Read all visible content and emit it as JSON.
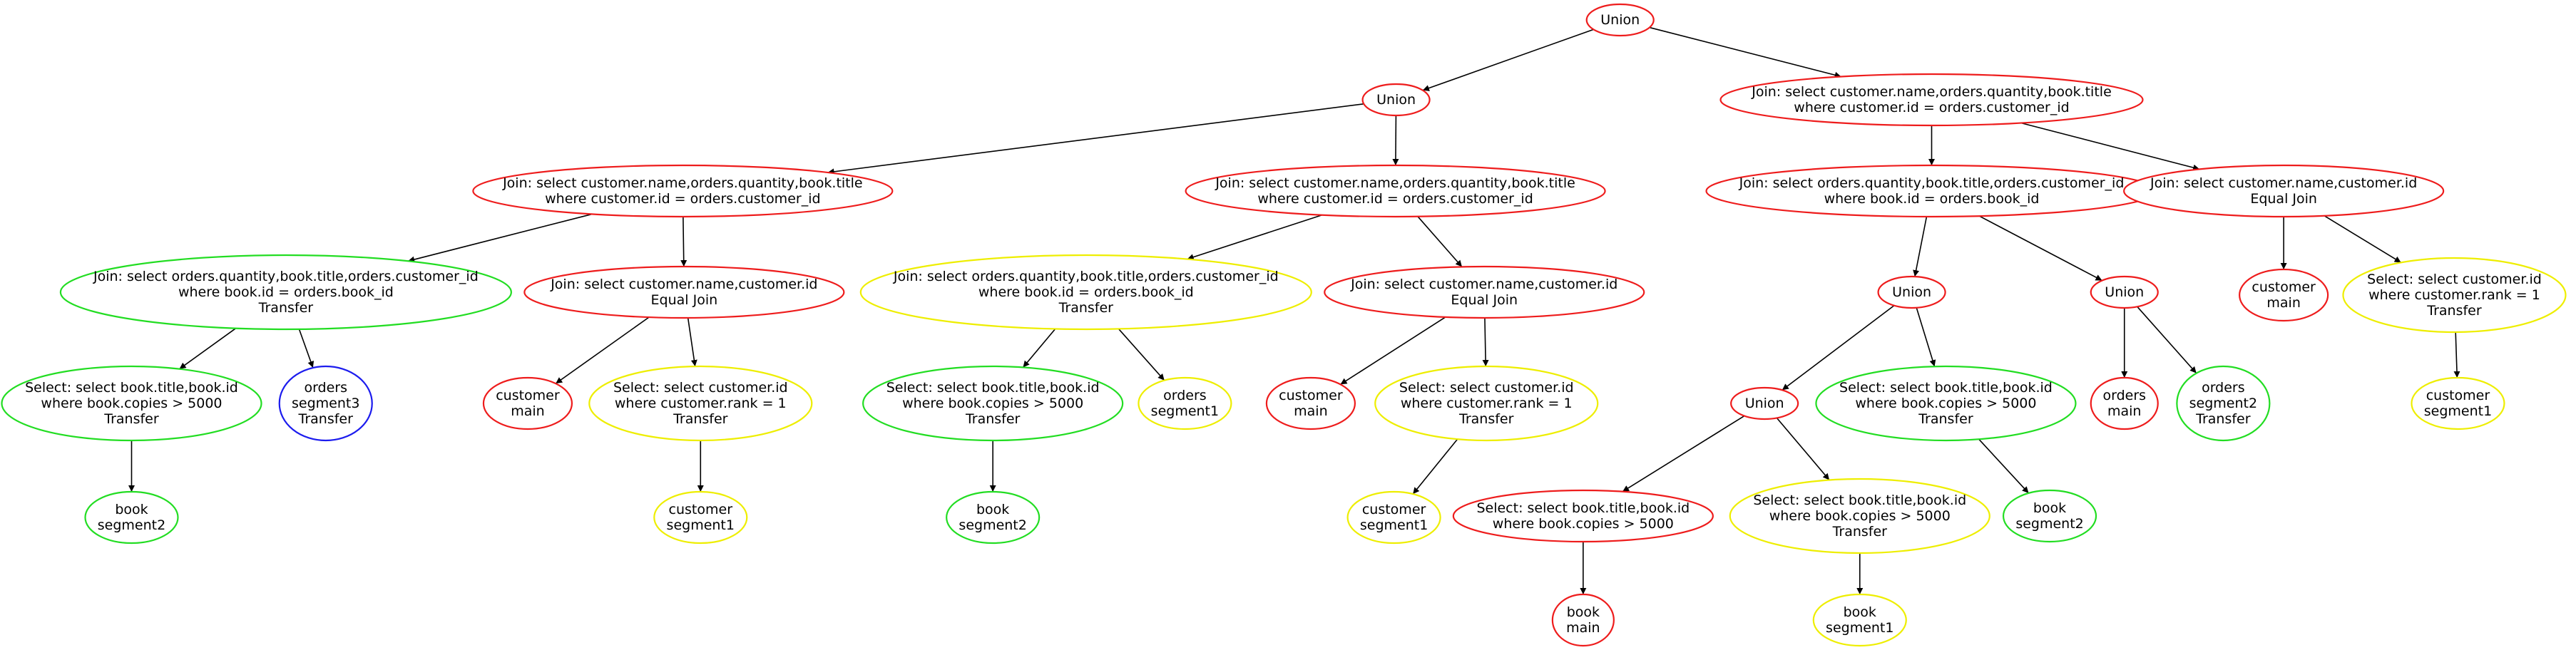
{
  "title": "",
  "colors": {
    "red": "#ee1c1c",
    "yellow": "#eeee00",
    "green": "#22dd22",
    "blue": "#1c1cee",
    "edge": "#000000"
  },
  "nodes": [
    {
      "id": "n1",
      "color": "red",
      "lines": [
        "Union"
      ]
    },
    {
      "id": "n2",
      "color": "red",
      "lines": [
        "Union"
      ]
    },
    {
      "id": "n3",
      "color": "red",
      "lines": [
        "Join: select customer.name,orders.quantity,book.title",
        "where  customer.id = orders.customer_id"
      ]
    },
    {
      "id": "n4",
      "color": "red",
      "lines": [
        "Join: select customer.name,orders.quantity,book.title",
        "where  customer.id = orders.customer_id"
      ]
    },
    {
      "id": "n5",
      "color": "red",
      "lines": [
        "Join: select customer.name,orders.quantity,book.title",
        "where  customer.id = orders.customer_id"
      ]
    },
    {
      "id": "n6",
      "color": "red",
      "lines": [
        "Join: select orders.quantity,book.title,orders.customer_id",
        "where   book.id = orders.book_id"
      ]
    },
    {
      "id": "n7",
      "color": "red",
      "lines": [
        "Join: select customer.name,customer.id",
        "Equal Join"
      ]
    },
    {
      "id": "n8",
      "color": "green",
      "lines": [
        "Join: select orders.quantity,book.title,orders.customer_id",
        "where   book.id = orders.book_id",
        "Transfer"
      ]
    },
    {
      "id": "n9",
      "color": "red",
      "lines": [
        "Join: select customer.name,customer.id",
        "Equal Join"
      ]
    },
    {
      "id": "n10",
      "color": "yellow",
      "lines": [
        "Join: select orders.quantity,book.title,orders.customer_id",
        "where   book.id = orders.book_id",
        "Transfer"
      ]
    },
    {
      "id": "n11",
      "color": "red",
      "lines": [
        "Join: select customer.name,customer.id",
        "Equal Join"
      ]
    },
    {
      "id": "n12",
      "color": "red",
      "lines": [
        "Union"
      ]
    },
    {
      "id": "n13",
      "color": "red",
      "lines": [
        "Union"
      ]
    },
    {
      "id": "n14",
      "color": "red",
      "lines": [
        "customer",
        "main"
      ]
    },
    {
      "id": "n15",
      "color": "yellow",
      "lines": [
        "Select: select customer.id",
        "where   customer.rank = 1",
        "Transfer"
      ]
    },
    {
      "id": "n16",
      "color": "green",
      "lines": [
        "Select: select book.title,book.id",
        "where   book.copies > 5000",
        "Transfer"
      ]
    },
    {
      "id": "n17",
      "color": "blue",
      "lines": [
        "orders",
        "segment3",
        "Transfer"
      ]
    },
    {
      "id": "n18",
      "color": "red",
      "lines": [
        "customer",
        "main"
      ]
    },
    {
      "id": "n19",
      "color": "yellow",
      "lines": [
        "Select: select customer.id",
        "where   customer.rank = 1",
        "Transfer"
      ]
    },
    {
      "id": "n20",
      "color": "green",
      "lines": [
        "Select: select book.title,book.id",
        "where   book.copies > 5000",
        "Transfer"
      ]
    },
    {
      "id": "n21",
      "color": "yellow",
      "lines": [
        "orders",
        "segment1"
      ]
    },
    {
      "id": "n22",
      "color": "red",
      "lines": [
        "customer",
        "main"
      ]
    },
    {
      "id": "n23",
      "color": "yellow",
      "lines": [
        "Select: select customer.id",
        "where   customer.rank = 1",
        "Transfer"
      ]
    },
    {
      "id": "n24",
      "color": "red",
      "lines": [
        "Union"
      ]
    },
    {
      "id": "n25",
      "color": "green",
      "lines": [
        "Select: select book.title,book.id",
        "where   book.copies > 5000",
        "Transfer"
      ]
    },
    {
      "id": "n26",
      "color": "red",
      "lines": [
        "orders",
        "main"
      ]
    },
    {
      "id": "n27",
      "color": "green",
      "lines": [
        "orders",
        "segment2",
        "Transfer"
      ]
    },
    {
      "id": "n28",
      "color": "yellow",
      "lines": [
        "customer",
        "segment1"
      ]
    },
    {
      "id": "n29",
      "color": "green",
      "lines": [
        "book",
        "segment2"
      ]
    },
    {
      "id": "n30",
      "color": "yellow",
      "lines": [
        "customer",
        "segment1"
      ]
    },
    {
      "id": "n31",
      "color": "green",
      "lines": [
        "book",
        "segment2"
      ]
    },
    {
      "id": "n32",
      "color": "yellow",
      "lines": [
        "customer",
        "segment1"
      ]
    },
    {
      "id": "n33",
      "color": "red",
      "lines": [
        "Select: select book.title,book.id",
        "where   book.copies > 5000"
      ]
    },
    {
      "id": "n34",
      "color": "yellow",
      "lines": [
        "Select: select book.title,book.id",
        "where   book.copies > 5000",
        "Transfer"
      ]
    },
    {
      "id": "n35",
      "color": "green",
      "lines": [
        "book",
        "segment2"
      ]
    },
    {
      "id": "n36",
      "color": "red",
      "lines": [
        "book",
        "main"
      ]
    },
    {
      "id": "n37",
      "color": "yellow",
      "lines": [
        "book",
        "segment1"
      ]
    }
  ],
  "edges": [
    [
      "n1",
      "n2"
    ],
    [
      "n1",
      "n5"
    ],
    [
      "n2",
      "n3"
    ],
    [
      "n2",
      "n4"
    ],
    [
      "n5",
      "n6"
    ],
    [
      "n5",
      "n11"
    ],
    [
      "n3",
      "n8"
    ],
    [
      "n3",
      "n7"
    ],
    [
      "n4",
      "n10"
    ],
    [
      "n4",
      "n9"
    ],
    [
      "n6",
      "n12"
    ],
    [
      "n6",
      "n13"
    ],
    [
      "n11",
      "n14"
    ],
    [
      "n11",
      "n15"
    ],
    [
      "n8",
      "n16"
    ],
    [
      "n8",
      "n17"
    ],
    [
      "n7",
      "n18"
    ],
    [
      "n7",
      "n19"
    ],
    [
      "n10",
      "n20"
    ],
    [
      "n10",
      "n21"
    ],
    [
      "n9",
      "n22"
    ],
    [
      "n9",
      "n23"
    ],
    [
      "n12",
      "n24"
    ],
    [
      "n12",
      "n25"
    ],
    [
      "n13",
      "n26"
    ],
    [
      "n13",
      "n27"
    ],
    [
      "n15",
      "n28"
    ],
    [
      "n16",
      "n29"
    ],
    [
      "n19",
      "n30"
    ],
    [
      "n20",
      "n31"
    ],
    [
      "n23",
      "n32"
    ],
    [
      "n24",
      "n33"
    ],
    [
      "n24",
      "n34"
    ],
    [
      "n25",
      "n35"
    ],
    [
      "n33",
      "n36"
    ],
    [
      "n34",
      "n37"
    ]
  ]
}
